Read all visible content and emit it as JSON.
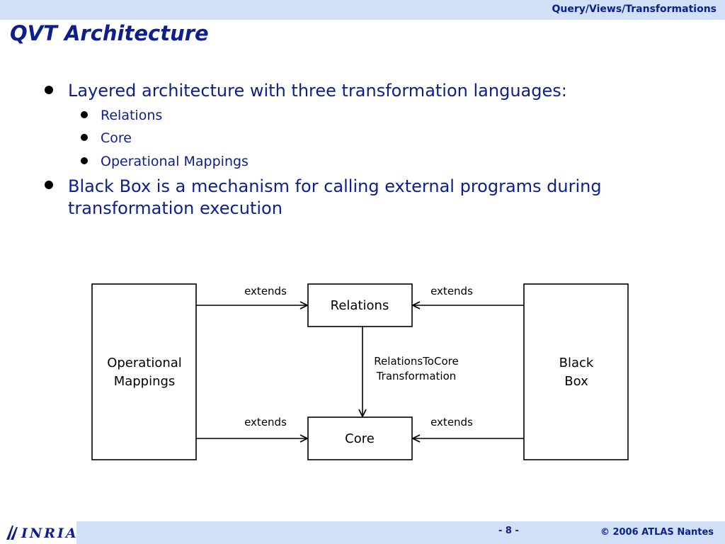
{
  "header": {
    "section_title": "Query/Views/Transformations"
  },
  "slide": {
    "title": "QVT Architecture",
    "bullets": [
      {
        "text": "Layered architecture with three transformation languages:",
        "sub": [
          "Relations",
          "Core",
          "Operational Mappings"
        ]
      },
      {
        "text_line1": "Black Box is a mechanism for calling external programs during",
        "text_line2": "transformation execution"
      }
    ]
  },
  "diagram": {
    "nodes": {
      "relations": "Relations",
      "core": "Core",
      "operational_line1": "Operational",
      "operational_line2": "Mappings",
      "blackbox_line1": "Black",
      "blackbox_line2": "Box"
    },
    "edges": {
      "op_to_relations": "extends",
      "bb_to_relations": "extends",
      "op_to_core": "extends",
      "bb_to_core": "extends",
      "relations_to_core_line1": "RelationsToCore",
      "relations_to_core_line2": "Transformation"
    }
  },
  "footer": {
    "logo_text": "INRIA",
    "page_number": "- 8 -",
    "copyright": "© 2006 ATLAS Nantes"
  },
  "colors": {
    "accent": "#0c1f8c",
    "bar": "#cfe0f7"
  }
}
